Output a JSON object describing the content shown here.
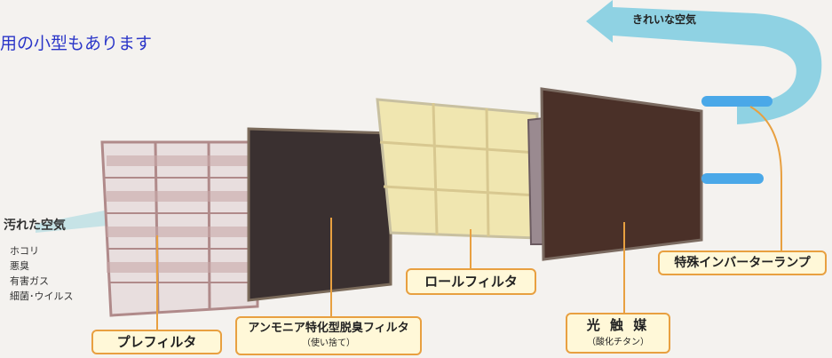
{
  "header": {
    "text": "用の小型もあります"
  },
  "airflow": {
    "dirty_air_label": "汚れた空気",
    "pollutants": [
      "ホコリ",
      "悪臭",
      "有害ガス",
      "細菌･ウイルス"
    ],
    "clean_air_label": "きれいな空気"
  },
  "components": {
    "prefilter": {
      "label": "プレフィルタ"
    },
    "ammonia_filter": {
      "label": "アンモニア特化型脱臭フィルタ",
      "sublabel": "（使い捨て）"
    },
    "roll_filter": {
      "label": "ロールフィルタ"
    },
    "photocatalyst": {
      "label": "光 触 媒",
      "sublabel": "（酸化チタン）"
    },
    "lamp": {
      "label": "特殊インバーターランプ"
    }
  },
  "colors": {
    "header_text": "#2a35c8",
    "label_border": "#e8a040",
    "label_fill": "#fff8d8",
    "air_flow": "#7ccde0",
    "lamp_tube": "#4aa8e8",
    "prefilter_frame": "#c8a8a8",
    "carbon_filter": "#3a3030",
    "roll_filter_fill": "#f0e6b0",
    "photocatalyst_fill": "#4a3028"
  }
}
